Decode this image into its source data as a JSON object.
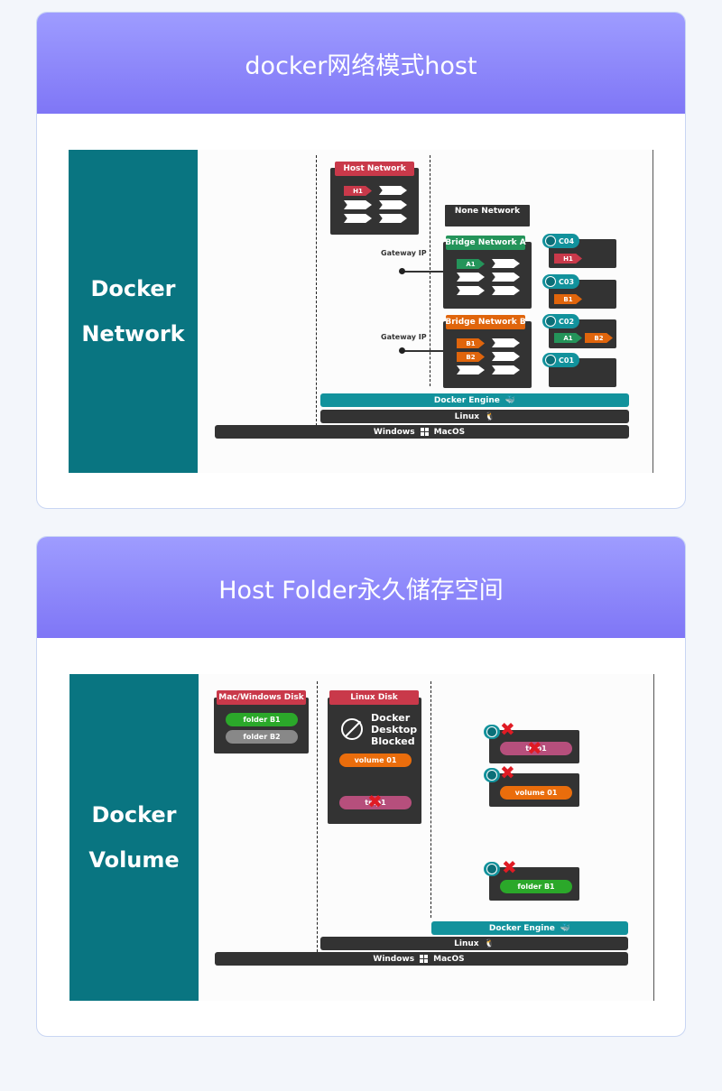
{
  "cards": [
    {
      "title": "docker网络模式host",
      "band": "Docker\nNetwork",
      "host_network": "Host Network",
      "h1": "H1",
      "none_network": "None Network",
      "bridge_a": "Bridge Network A",
      "bridge_b": "Bridge Network B",
      "gateway_ip": "Gateway IP",
      "a1": "A1",
      "b1": "B1",
      "b2": "B2",
      "containers": {
        "c04": "C04",
        "c03": "C03",
        "c02": "C02",
        "c01": "C01"
      },
      "docker_engine": "Docker Engine",
      "linux": "Linux",
      "windows": "Windows",
      "macos": "MacOS"
    },
    {
      "title": "Host Folder永久储存空间",
      "band": "Docker\nVolume",
      "mac_disk": "Mac/Windows Disk",
      "folder_b1": "folder B1",
      "folder_b2": "folder B2",
      "linux_disk": "Linux Disk",
      "blocked": "Docker\nDesktop\nBlocked",
      "volume01": "volume 01",
      "tmp1": "tmp1",
      "docker_engine": "Docker Engine",
      "linux": "Linux",
      "windows": "Windows",
      "macos": "MacOS"
    }
  ],
  "icons": {
    "docker": "whale-icon",
    "linux": "tux-icon",
    "windows": "windows-logo-icon",
    "apple": "apple-logo-icon",
    "cube": "container-cube-icon",
    "x": "red-x-icon"
  },
  "colors": {
    "header_gradient_top": "#9e9cff",
    "header_gradient_bottom": "#7f76f6",
    "band": "#097581",
    "engine": "#12929c",
    "red": "#c9394a",
    "green": "#24945a",
    "orange": "#e0650c"
  }
}
